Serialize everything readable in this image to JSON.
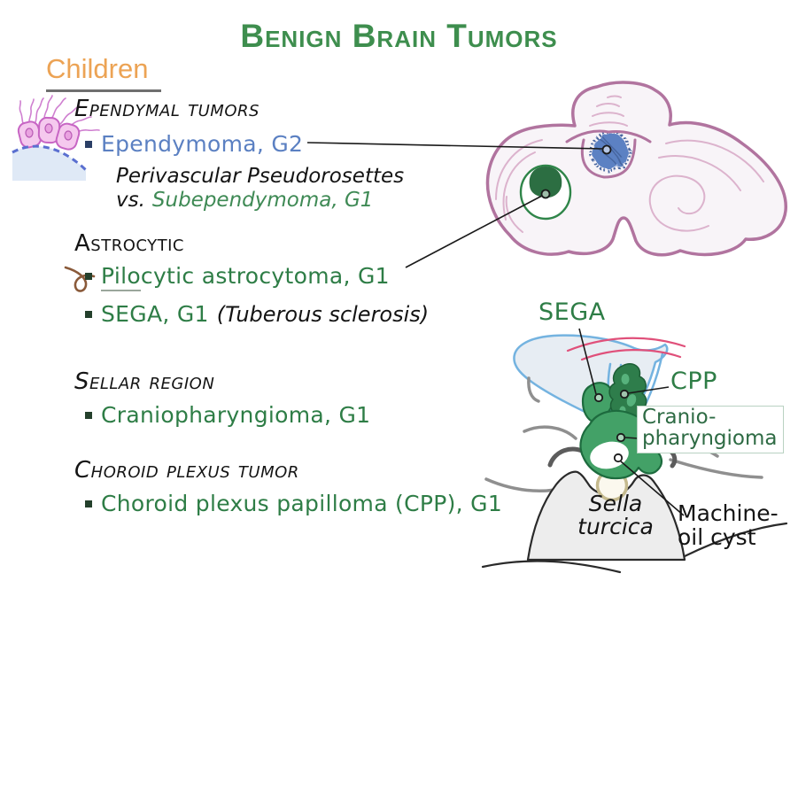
{
  "title": "Benign Brain Tumors",
  "children_label": "Children",
  "sections": {
    "ependymal": {
      "heading": "Ependymal tumors",
      "item": "Ependymoma, G2",
      "note": "Perivascular Pseudorosettes",
      "vs": "vs.",
      "vs_item": "Subependymoma, G1"
    },
    "astrocytic": {
      "heading": "Astrocytic",
      "item1_underlined": "Pilo",
      "item1_rest": "cytic astrocytoma, G1",
      "item2": "SEGA, G1",
      "item2_note": "(Tuberous sclerosis)"
    },
    "sellar_region": {
      "heading": "Sellar region",
      "item": "Craniopharyngioma, G1"
    },
    "choroid_plexus": {
      "heading": "Choroid plexus tumor",
      "item": "Choroid plexus papilloma (CPP), G1"
    }
  },
  "diagram_labels": {
    "sega": "SEGA",
    "cpp": "CPP",
    "cranio_line1": "Cranio-",
    "cranio_line2": "pharyngioma",
    "sella_line1": "Sella",
    "sella_line2": "turcica",
    "cyst_line1": "Machine-",
    "cyst_line2": "oil cyst"
  },
  "colors": {
    "title_green": "#3e8e4e",
    "children_orange": "#eca354",
    "item_green": "#2e7d46",
    "item_blue": "#5b80c2",
    "outline_mauve": "#b1749f",
    "tumor_blue": "#5b81c3",
    "tumor_green_dark": "#2c6e42",
    "ventricle_blue": "#74b3e0",
    "pink_line": "#e0507a",
    "anatomy_gray": "#8f8f8f"
  }
}
